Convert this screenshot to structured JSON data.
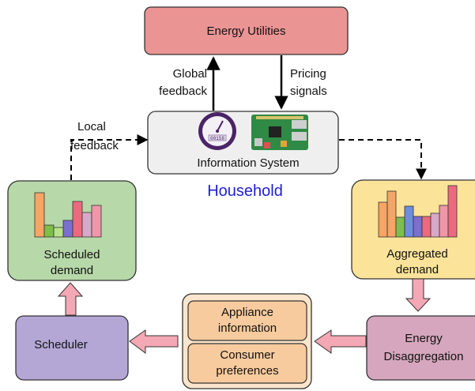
{
  "nodes": {
    "utilities": "Energy Utilities",
    "info_system": "Information System",
    "household": "Household",
    "scheduled": [
      "Scheduled",
      "demand"
    ],
    "aggregated": [
      "Aggregated",
      "demand"
    ],
    "scheduler": "Scheduler",
    "disaggregation": [
      "Energy",
      "Disaggregation"
    ],
    "appliance": [
      "Appliance",
      "information"
    ],
    "consumer": [
      "Consumer",
      "preferences"
    ]
  },
  "edges": {
    "global_feedback": [
      "Global",
      "feedback"
    ],
    "pricing_signals": [
      "Pricing",
      "signals"
    ],
    "local_feedback": [
      "Local",
      "feedback"
    ]
  },
  "meter_display": "00158",
  "colors": {
    "utilities_fill": "#eb9494",
    "info_fill": "#efefef",
    "scheduled_fill": "#b7d8a8",
    "aggregated_fill": "#fbe39a",
    "scheduler_fill": "#b4a7d6",
    "disaggregation_fill": "#d5a6bd",
    "outer_group_fill": "#fce5cd",
    "inner_box_fill": "#f8cb9e",
    "pink_arrow": "#f4a7b4"
  }
}
